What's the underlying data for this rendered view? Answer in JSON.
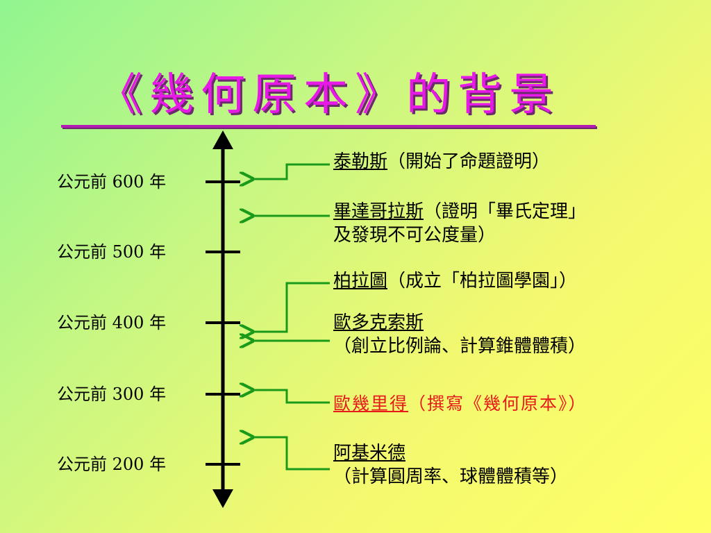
{
  "title": "《幾何原本》的背景",
  "years": [
    "公元前 600 年",
    "公元前 500 年",
    "公元前 400 年",
    "公元前 300 年",
    "公元前 200 年"
  ],
  "entries": [
    {
      "name": "泰勒斯",
      "line1": "（開始了命題證明）",
      "line2": ""
    },
    {
      "name": "畢達哥拉斯",
      "line1": "（證明「畢氏定理」",
      "line2": "及發現不可公度量）"
    },
    {
      "name": "柏拉圖",
      "line1": "（成立「柏拉圖學園」）",
      "line2": ""
    },
    {
      "name": "歐多克索斯",
      "line1": "",
      "line2": "（創立比例論、計算錐體體積）"
    },
    {
      "name": "歐幾里得",
      "line1": "（撰寫《幾何原本》）",
      "line2": ""
    },
    {
      "name": "阿基米德",
      "line1": "",
      "line2": "（計算圓周率、球體體積等）"
    }
  ],
  "colors": {
    "title": "#e619e6",
    "arrow": "#1a9a1a",
    "highlight": "#e61a1a"
  }
}
